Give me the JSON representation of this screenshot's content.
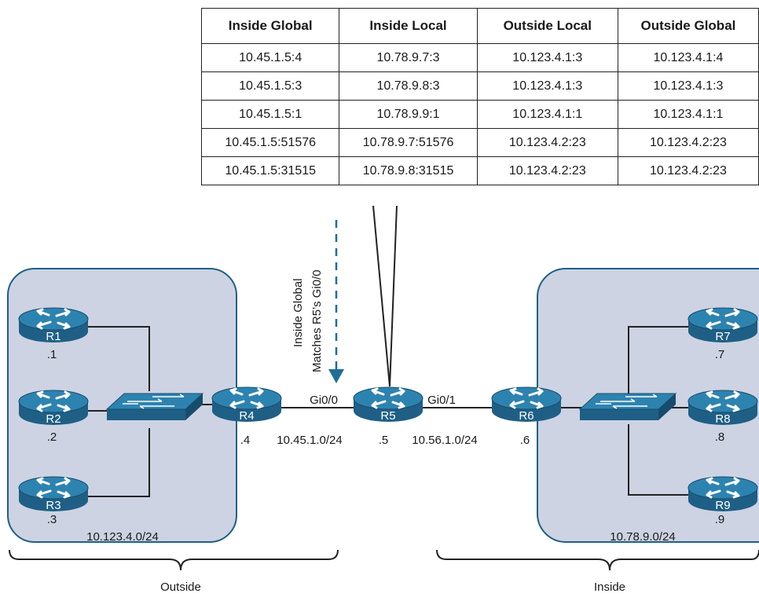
{
  "table": {
    "headers": [
      "Inside Global",
      "Inside Local",
      "Outside Local",
      "Outside Global"
    ],
    "rows": [
      [
        "10.45.1.5:4",
        "10.78.9.7:3",
        "10.123.4.1:3",
        "10.123.4.1:4"
      ],
      [
        "10.45.1.5:3",
        "10.78.9.8:3",
        "10.123.4.1:3",
        "10.123.4.1:3"
      ],
      [
        "10.45.1.5:1",
        "10.78.9.9:1",
        "10.123.4.1:1",
        "10.123.4.1:1"
      ],
      [
        "10.45.1.5:51576",
        "10.78.9.7:51576",
        "10.123.4.2:23",
        "10.123.4.2:23"
      ],
      [
        "10.45.1.5:31515",
        "10.78.9.8:31515",
        "10.123.4.2:23",
        "10.123.4.2:23"
      ]
    ]
  },
  "annotation": {
    "line1": "Inside Global",
    "line2": "Matches R5’s Gi0/0"
  },
  "routers": {
    "r1": {
      "name": "R1",
      "ip": ".1"
    },
    "r2": {
      "name": "R2",
      "ip": ".2"
    },
    "r3": {
      "name": "R3",
      "ip": ".3"
    },
    "r4": {
      "name": "R4",
      "ip": ".4"
    },
    "r5": {
      "name": "R5",
      "ip": ".5"
    },
    "r6": {
      "name": "R6",
      "ip": ".6"
    },
    "r7": {
      "name": "R7",
      "ip": ".7"
    },
    "r8": {
      "name": "R8",
      "ip": ".8"
    },
    "r9": {
      "name": "R9",
      "ip": ".9"
    }
  },
  "interfaces": {
    "gi00": "Gi0/0",
    "gi01": "Gi0/1"
  },
  "networks": {
    "left_lan": "10.123.4.0/24",
    "right_lan": "10.78.9.0/24",
    "link_r4_r5": "10.45.1.0/24",
    "link_r5_r6": "10.56.1.0/24"
  },
  "zones": {
    "outside": "Outside",
    "inside": "Inside"
  },
  "colors": {
    "router_body": "#1f5f86",
    "router_top": "#2d83b0",
    "zone_fill": "#cdd3e2",
    "zone_border": "#1f5f86",
    "arrow": "#1f6e98"
  }
}
